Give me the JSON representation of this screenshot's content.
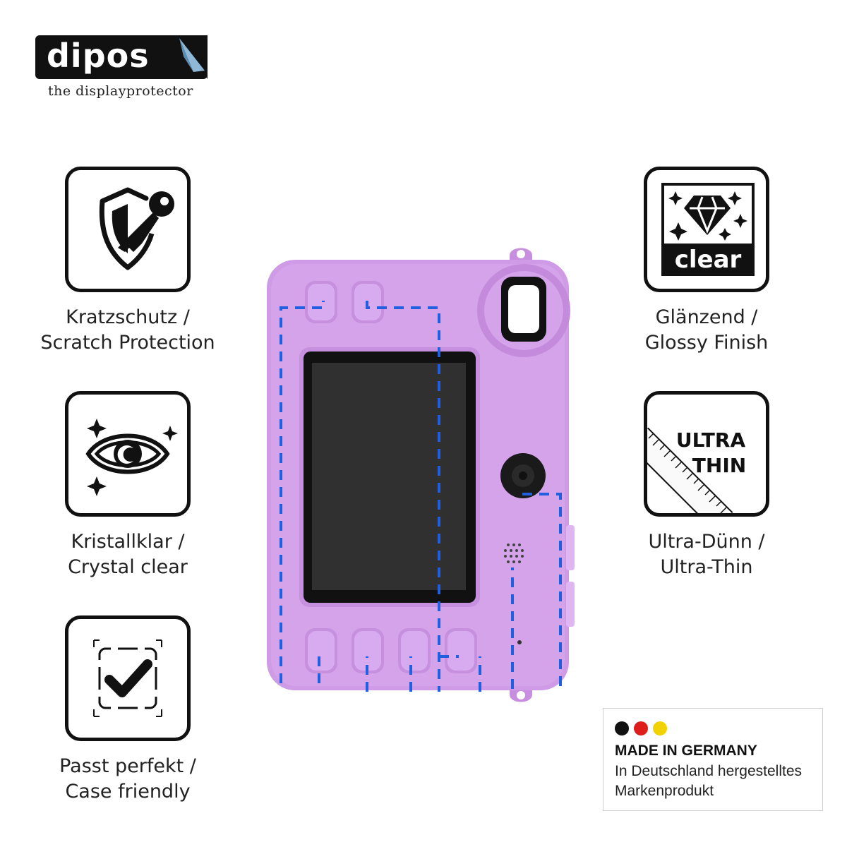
{
  "brand": {
    "logo_text": "dipos",
    "tagline": "the displayprotector"
  },
  "features": {
    "scratch": {
      "icon": "shield-key-icon",
      "line1": "Kratzschutz /",
      "line2": "Scratch Protection"
    },
    "crystal": {
      "icon": "eye-sparkle-icon",
      "line1": "Kristallklar /",
      "line2": "Crystal clear"
    },
    "case": {
      "icon": "checkmark-frame-icon",
      "line1": "Passt perfekt /",
      "line2": "Case friendly"
    },
    "glossy": {
      "icon": "diamond-icon",
      "badge": "clear",
      "line1": "Glänzend /",
      "line2": "Glossy Finish"
    },
    "thin": {
      "icon": "ruler-icon",
      "badge_line1": "ULTRA",
      "badge_line2": "THIN",
      "line1": "Ultra-Dünn /",
      "line2": "Ultra-Thin"
    }
  },
  "product": {
    "name": "kids-camera",
    "body_color": "#cf9be6",
    "outline_color": "#1f5fe0"
  },
  "made_in": {
    "flag_colors": [
      "#111111",
      "#dd1c1c",
      "#f2d200"
    ],
    "title": "MADE IN GERMANY",
    "line2": "In Deutschland hergestelltes",
    "line3": "Markenprodukt"
  }
}
